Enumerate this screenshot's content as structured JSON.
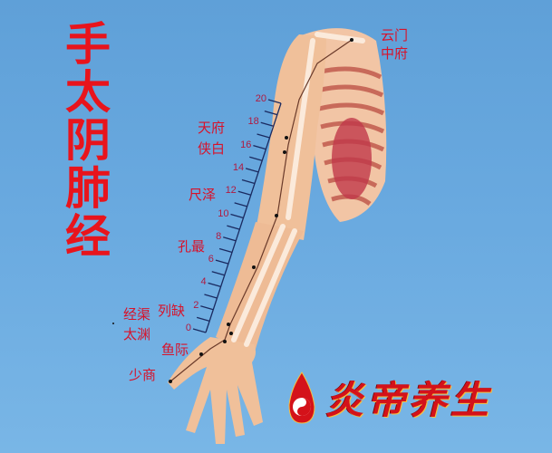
{
  "title": "手太阴肺经",
  "points": {
    "yunmen": "云门",
    "zhongfu": "中府",
    "tianfu": "天府",
    "xiabai": "侠白",
    "chize": "尺泽",
    "kongzui": "孔最",
    "lieque": "列缺",
    "jingqu": "经渠",
    "taiyuan": "太渊",
    "yuji": "鱼际",
    "shaoshang": "少商"
  },
  "scale_labels": [
    "0",
    "2",
    "4",
    "6",
    "8",
    "10",
    "12",
    "14",
    "16",
    "18",
    "20"
  ],
  "logo": {
    "text": "炎帝养生"
  },
  "colors": {
    "background": "#6aaae0",
    "label": "#d8122a",
    "skin": "#f0c09a",
    "meridian": "#6a3a2a"
  }
}
